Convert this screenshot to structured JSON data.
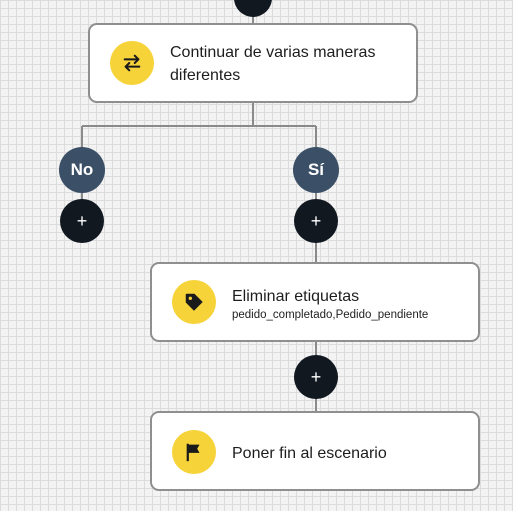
{
  "nodes": {
    "split": {
      "title_line1": "Continuar de varias maneras",
      "title_line2": "diferentes",
      "icon": "swap-arrows-icon"
    },
    "remove_tags": {
      "title": "Eliminar etiquetas",
      "subtitle": "pedido_completado,Pedido_pendiente",
      "icon": "tag-icon"
    },
    "end": {
      "title": "Poner fin al escenario",
      "icon": "flag-icon"
    }
  },
  "branches": {
    "no_label": "No",
    "yes_label": "Sí"
  },
  "add_button": {
    "symbol": "+"
  },
  "colors": {
    "accent_yellow": "#f7d33a",
    "branch_blue": "#3b4f66",
    "dark": "#111820",
    "connector": "#8a8a8a"
  }
}
